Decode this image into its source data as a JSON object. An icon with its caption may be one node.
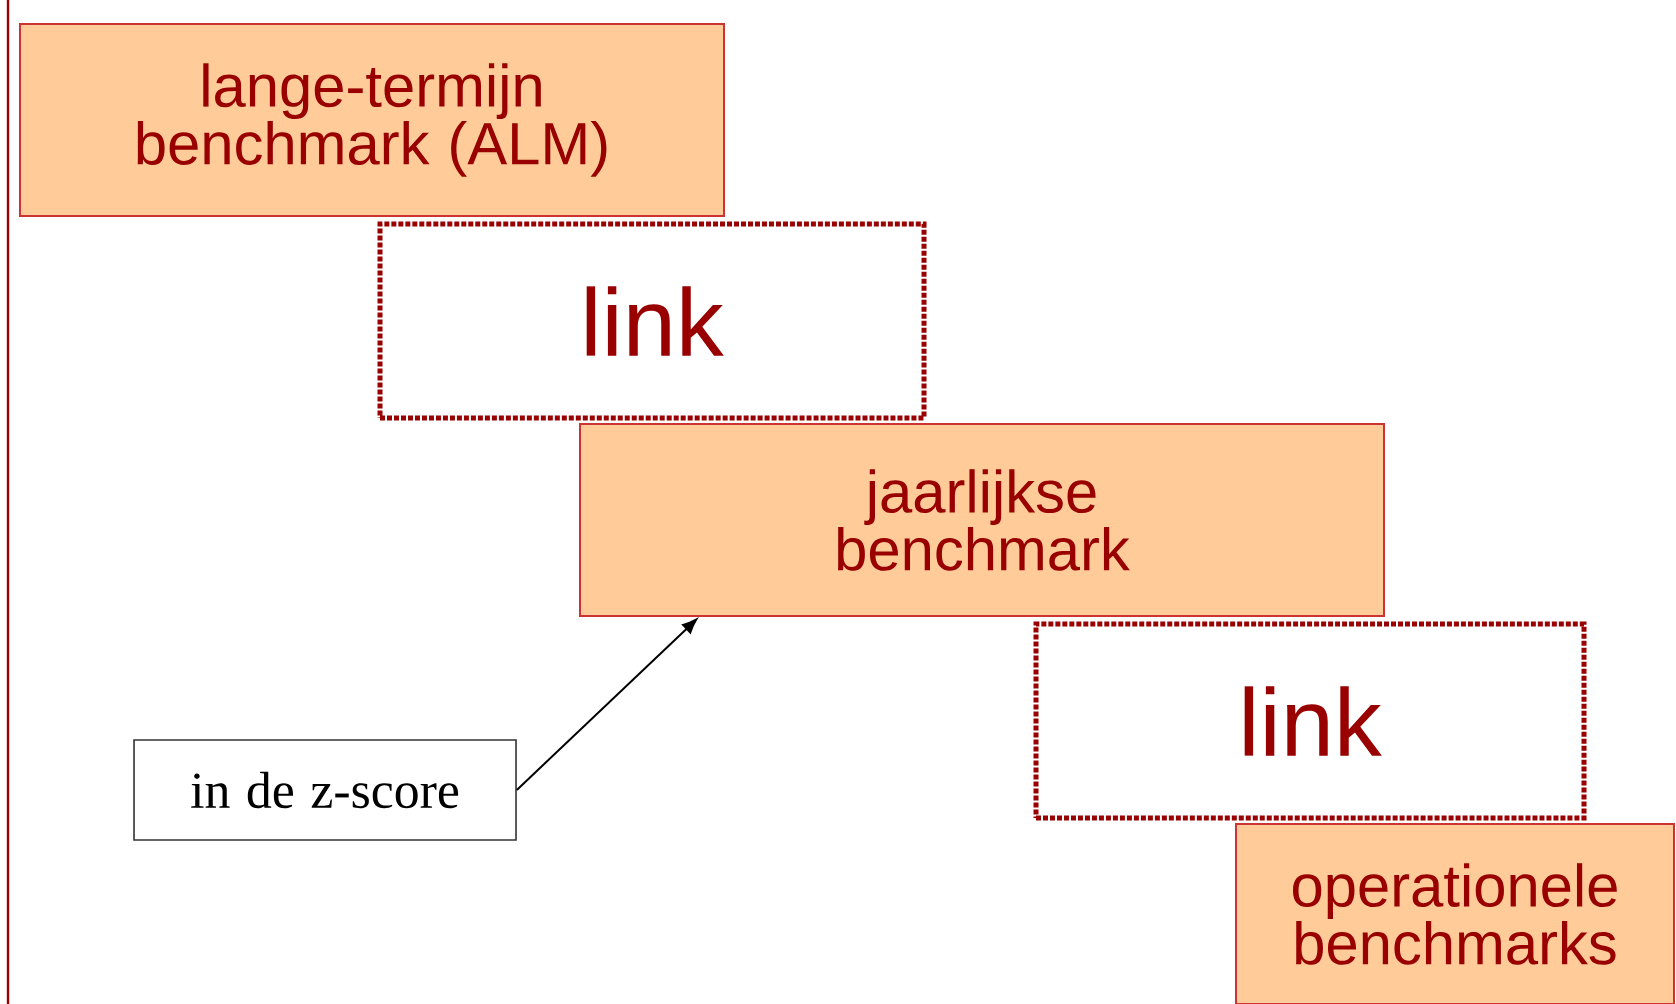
{
  "diagram": {
    "nodes": [
      {
        "text": [
          "lange-termijn benchmark (ALM)"
        ]
      },
      {
        "text": [
          "link"
        ]
      },
      {
        "text": [
          "jaarlijkse benchmark"
        ]
      },
      {
        "text": [
          "link"
        ]
      },
      {
        "text": [
          "operationele benchmarks"
        ]
      },
      {
        "text": [
          "in de z-score"
        ]
      }
    ],
    "edges": [
      {
        "from": 5,
        "to": 2,
        "arrow": "to"
      }
    ]
  }
}
